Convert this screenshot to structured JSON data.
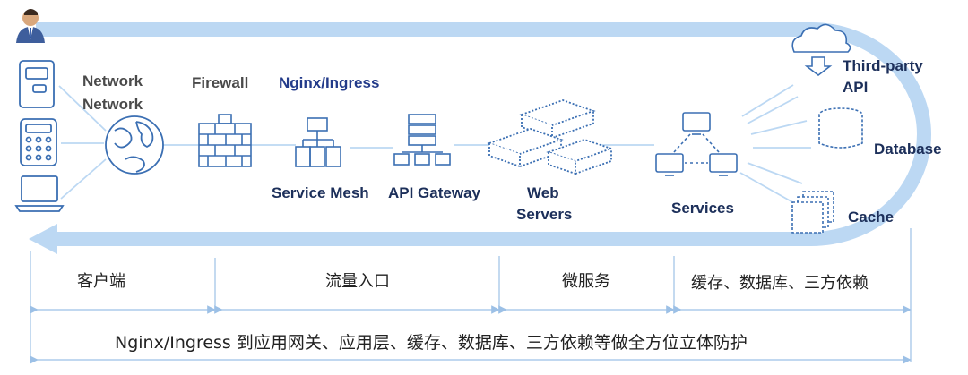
{
  "labels": {
    "network1": "Network",
    "network2": "Network",
    "firewall": "Firewall",
    "nginx": "Nginx/Ingress",
    "service_mesh": "Service Mesh",
    "api_gateway": "API Gateway",
    "web_servers_1": "Web",
    "web_servers_2": "Servers",
    "services": "Services",
    "third_party_1": "Third-party",
    "third_party_2": "API",
    "database": "Database",
    "cache": "Cache"
  },
  "segments": {
    "client": "客户端",
    "traffic_entry": "流量入口",
    "microservices": "微服务",
    "backend": "缓存、数据库、三方依赖"
  },
  "summary": "Nginx/Ingress 到应用网关、应用层、缓存、数据库、三方依赖等做全方位立体防护",
  "colors": {
    "flow_arrow": "#bcd8f3",
    "icon_stroke": "#3b6fb3",
    "measure_line": "#9cc0e6",
    "label_dark": "#1c2f5a"
  }
}
